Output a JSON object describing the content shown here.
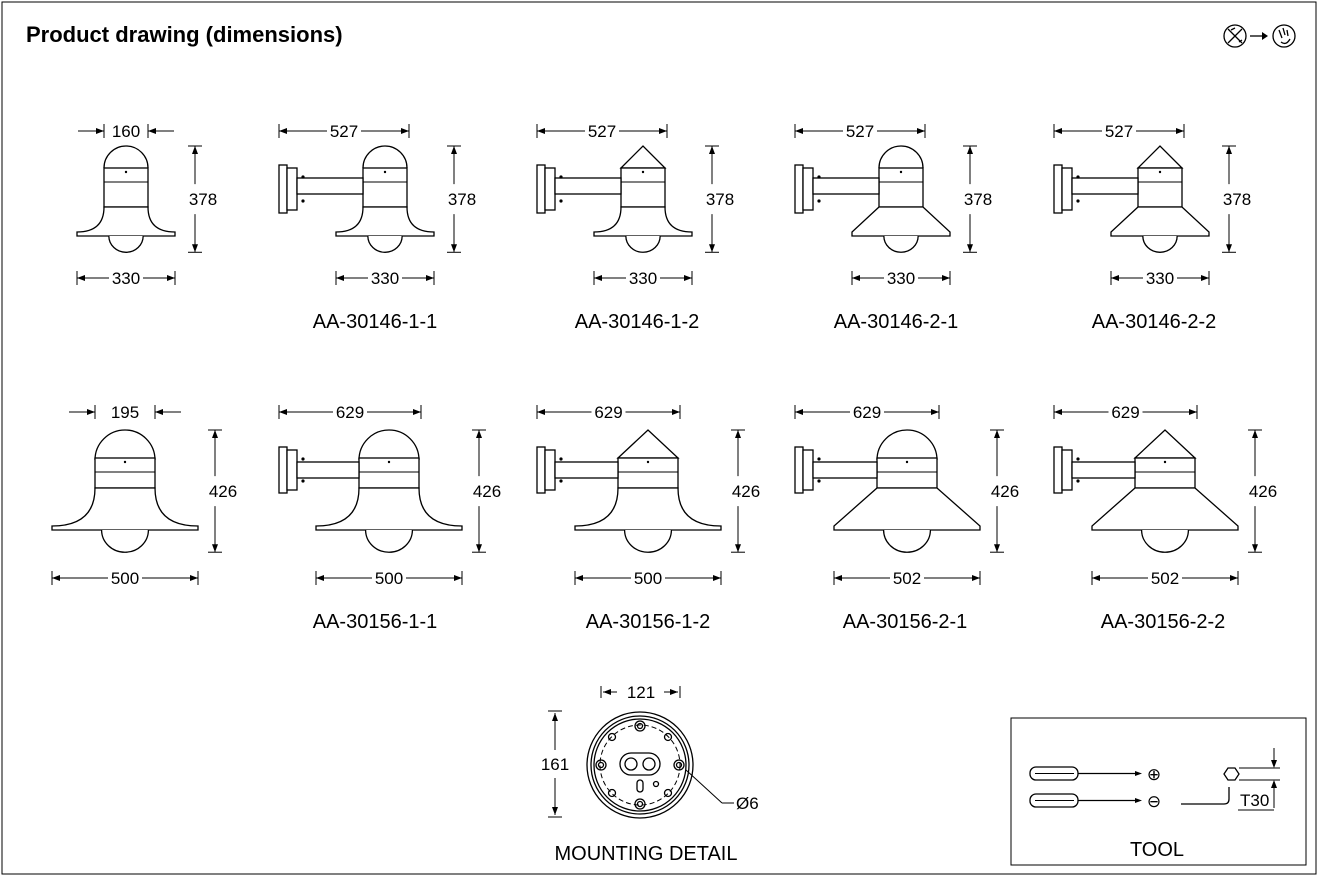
{
  "title": "Product drawing (dimensions)",
  "icons": {
    "transition": "screwdriver-to-hand-icon"
  },
  "row1": {
    "top_widths": [
      "160",
      "527",
      "527",
      "527",
      "527"
    ],
    "height": "378",
    "bottom_widths": [
      "330",
      "330",
      "330",
      "330",
      "330"
    ],
    "models": [
      "",
      "AA-30146-1-1",
      "AA-30146-1-2",
      "AA-30146-2-1",
      "AA-30146-2-2"
    ]
  },
  "row2": {
    "top_widths": [
      "195",
      "629",
      "629",
      "629",
      "629"
    ],
    "height": "426",
    "bottom_widths": [
      "500",
      "500",
      "500",
      "502",
      "502"
    ],
    "models": [
      "",
      "AA-30156-1-1",
      "AA-30156-1-2",
      "AA-30156-2-1",
      "AA-30156-2-2"
    ]
  },
  "mounting": {
    "width": "121",
    "height": "161",
    "hole": "Ø6",
    "label": "MOUNTING DETAIL"
  },
  "tool": {
    "phillips_symbol": "⊕",
    "slot_symbol": "⊖",
    "torx": "T30",
    "label": "TOOL"
  }
}
